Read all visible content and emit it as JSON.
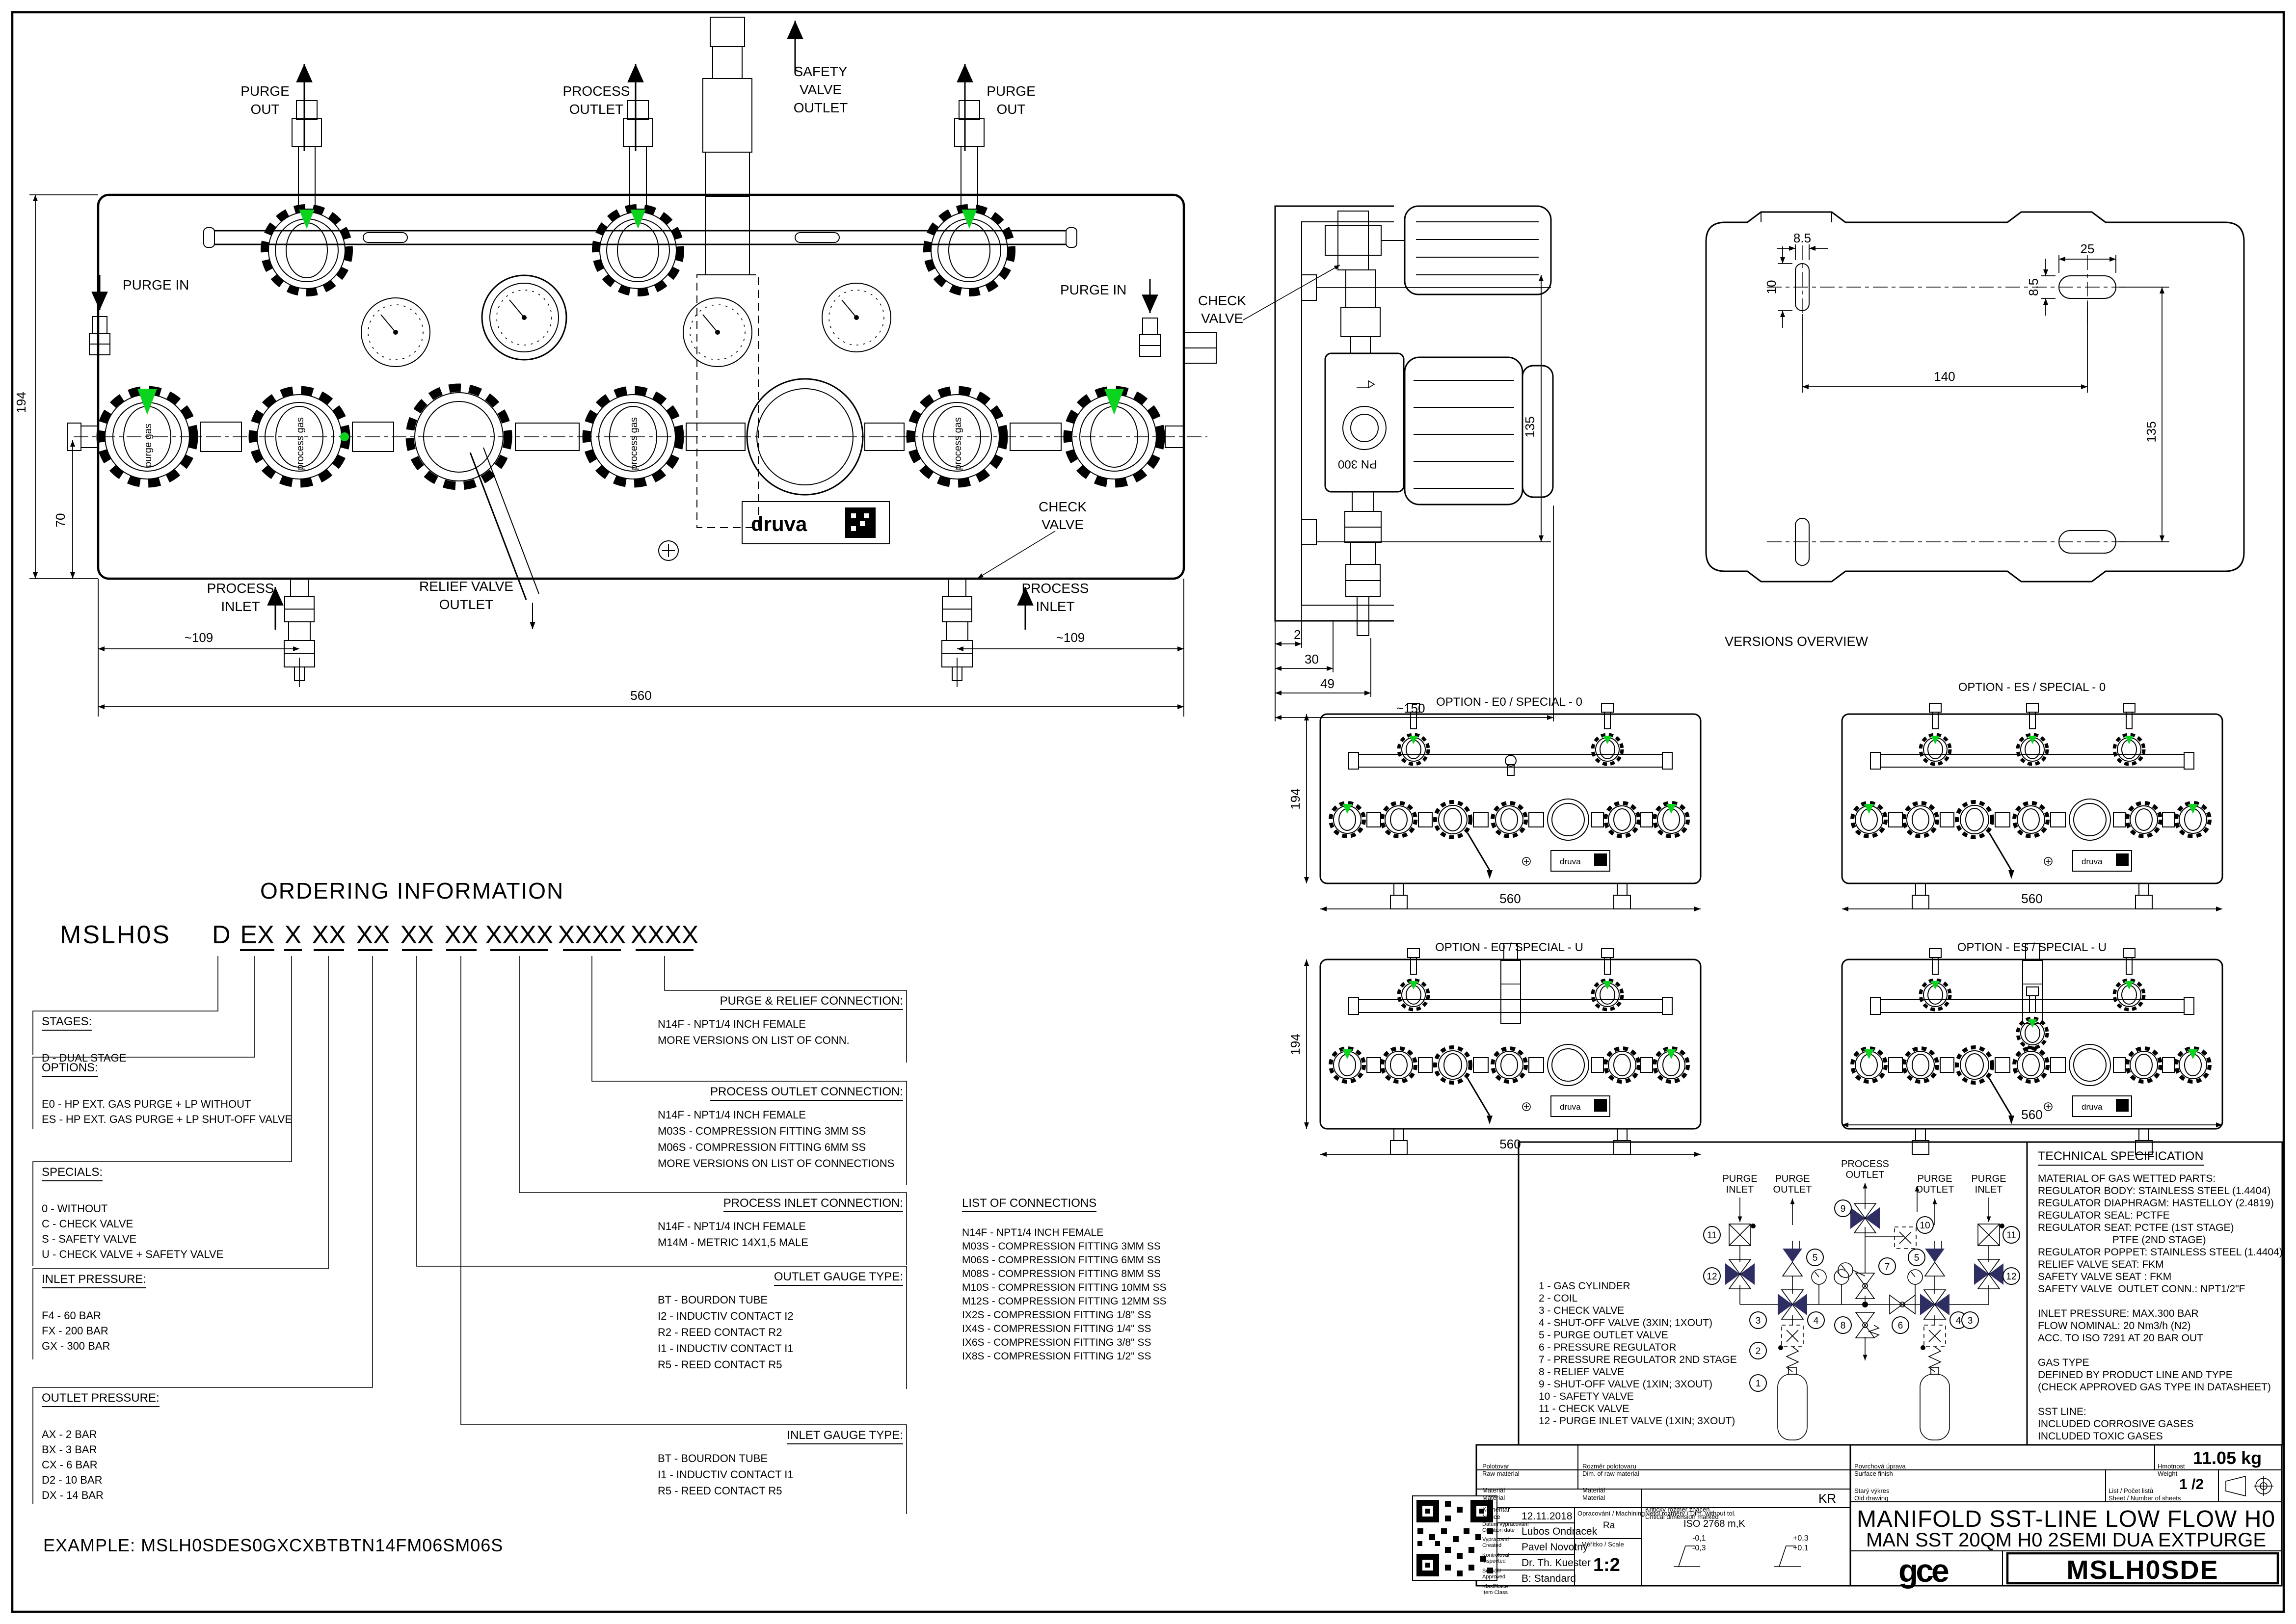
{
  "sheet": {
    "bg": "#ffffff",
    "line": "#000000",
    "green": "#0bd41e",
    "navy": "#2e2e63"
  },
  "front_view": {
    "labels": {
      "purge_out_left": [
        "PURGE",
        "OUT"
      ],
      "process_outlet": [
        "PROCESS",
        "OUTLET"
      ],
      "safety_valve_outlet": [
        "SAFETY",
        "VALVE",
        "OUTLET"
      ],
      "purge_out_right": [
        "PURGE",
        "OUT"
      ],
      "purge_in_left": "PURGE IN",
      "purge_in_right": "PURGE IN",
      "check_valve_side": [
        "CHECK",
        "VALVE"
      ],
      "check_valve_bottom": [
        "CHECK",
        "VALVE"
      ],
      "relief_valve_outlet": [
        "RELIEF VALVE",
        "OUTLET"
      ],
      "process_inlet_left": [
        "PROCESS",
        "INLET"
      ],
      "process_inlet_right": [
        "PROCESS",
        "INLET"
      ]
    },
    "dims": {
      "height": "194",
      "axis": "70",
      "offset_left": "~109",
      "width": "560",
      "offset_right": "~109"
    },
    "reg_text": {
      "purge": "purge gas",
      "process": "process gas"
    },
    "brand": "druva",
    "pn": "PN 300"
  },
  "side_view": {
    "dims": {
      "t2": "2",
      "t30": "30",
      "t49": "49",
      "t150": "~150",
      "t135": "135"
    }
  },
  "plate_view": {
    "dims": {
      "w85l": "8.5",
      "h10": "10",
      "w25": "25",
      "h85r": "8.5",
      "c140": "140",
      "c135": "135"
    }
  },
  "versions": {
    "title": "VERSIONS OVERVIEW",
    "panels": [
      {
        "label": "OPTION - E0 / SPECIAL - 0",
        "h": "194",
        "w": "560"
      },
      {
        "label": "OPTION - ES / SPECIAL - 0",
        "w": "560"
      },
      {
        "label": "OPTION - E0 / SPECIAL - U",
        "h": "194",
        "w": "560"
      },
      {
        "label": "OPTION - ES / SPECIAL - U",
        "w": "560"
      }
    ]
  },
  "ordering": {
    "title": "ORDERING INFORMATION",
    "code_prefix": "MSLH0S",
    "code_stage": "D",
    "segments": [
      "EX",
      "X",
      "XX",
      "XX",
      "XX",
      "XX",
      "XXXX",
      "XXXX",
      "XXXX"
    ],
    "left_groups": [
      {
        "title": "STAGES:",
        "items": [
          "D - DUAL STAGE"
        ]
      },
      {
        "title": "OPTIONS:",
        "items": [
          "E0 - HP EXT. GAS PURGE + LP WITHOUT",
          "ES - HP EXT. GAS PURGE + LP SHUT-OFF VALVE"
        ]
      },
      {
        "title": "SPECIALS:",
        "items": [
          "0 - WITHOUT",
          "C - CHECK VALVE",
          "S - SAFETY VALVE",
          "U - CHECK VALVE + SAFETY VALVE"
        ]
      },
      {
        "title": "INLET PRESSURE:",
        "items": [
          "F4 - 60 BAR",
          "FX - 200 BAR",
          "GX - 300 BAR"
        ]
      },
      {
        "title": "OUTLET PRESSURE:",
        "items": [
          "AX - 2 BAR",
          "BX - 3 BAR",
          "CX - 6 BAR",
          "D2 - 10 BAR",
          "DX - 14 BAR"
        ]
      }
    ],
    "right_groups": [
      {
        "title": "PURGE & RELIEF CONNECTION:",
        "items": [
          "N14F - NPT1/4 INCH FEMALE",
          "MORE VERSIONS ON LIST OF CONN."
        ]
      },
      {
        "title": "PROCESS OUTLET CONNECTION:",
        "items": [
          "N14F - NPT1/4 INCH FEMALE",
          "M03S - COMPRESSION FITTING 3MM SS",
          "M06S - COMPRESSION FITTING 6MM SS",
          "MORE VERSIONS ON LIST OF CONNECTIONS"
        ]
      },
      {
        "title": "PROCESS INLET CONNECTION:",
        "items": [
          "N14F - NPT1/4 INCH FEMALE",
          "M14M - METRIC 14X1,5 MALE"
        ]
      },
      {
        "title": "OUTLET GAUGE TYPE:",
        "items": [
          "BT - BOURDON TUBE",
          "I2 - INDUCTIV CONTACT I2",
          "R2 - REED CONTACT R2",
          "I1 - INDUCTIV CONTACT I1",
          "R5 - REED CONTACT R5"
        ]
      },
      {
        "title": "INLET GAUGE TYPE:",
        "items": [
          "BT - BOURDON TUBE",
          "I1 - INDUCTIV CONTACT I1",
          "R5 - REED CONTACT R5"
        ]
      }
    ],
    "list_of_connections": {
      "title": "LIST OF CONNECTIONS",
      "items": [
        "N14F - NPT1/4 INCH FEMALE",
        "M03S - COMPRESSION FITTING 3MM SS",
        "M06S - COMPRESSION FITTING 6MM SS",
        "M08S - COMPRESSION FITTING 8MM SS",
        "M10S - COMPRESSION FITTING 10MM SS",
        "M12S - COMPRESSION FITTING 12MM SS",
        "IX2S - COMPRESSION FITTING 1/8\" SS",
        "IX4S - COMPRESSION FITTING 1/4\" SS",
        "IX6S - COMPRESSION FITTING 3/8\" SS",
        "IX8S - COMPRESSION FITTING 1/2\" SS"
      ]
    },
    "example": "EXAMPLE: MSLH0SDES0GXCXBTBTN14FM06SM06S"
  },
  "schematic": {
    "labels": {
      "purge_inlet": [
        "PURGE",
        "INLET"
      ],
      "purge_outlet": [
        "PURGE",
        "OUTLET"
      ],
      "process_outlet": [
        "PROCESS",
        "OUTLET"
      ]
    },
    "nums": [
      "1",
      "2",
      "3",
      "4",
      "5",
      "6",
      "7",
      "8",
      "9",
      "10",
      "11",
      "12"
    ],
    "legend": [
      "1 - GAS CYLINDER",
      "2 - COIL",
      "3 - CHECK VALVE",
      "4 - SHUT-OFF VALVE (3XIN; 1XOUT)",
      "5 - PURGE OUTLET VALVE",
      "6 - PRESSURE REGULATOR",
      "7 - PRESSURE REGULATOR 2ND STAGE",
      "8 - RELIEF VALVE",
      "9 - SHUT-OFF VALVE (1XIN; 3XOUT)",
      "10 - SAFETY VALVE",
      "11 - CHECK VALVE",
      "12 - PURGE INLET VALVE (1XIN; 3XOUT)"
    ]
  },
  "tech_spec": {
    "title": "TECHNICAL SPECIFICATION",
    "lines": [
      "MATERIAL OF GAS WETTED PARTS:",
      "REGULATOR BODY: STAINLESS STEEL (1.4404)",
      "REGULATOR DIAPHRAGM: HASTELLOY (2.4819)",
      "REGULATOR SEAL: PCTFE",
      "REGULATOR SEAT: PCTFE (1ST STAGE)",
      "                          PTFE (2ND STAGE)",
      "REGULATOR POPPET: STAINLESS STEEL (1.4404)",
      "RELIEF VALVE SEAT: FKM",
      "SAFETY VALVE SEAT : FKM",
      "SAFETY VALVE  OUTLET CONN.: NPT1/2\"F",
      "",
      "INLET PRESSURE: MAX.300 BAR",
      "FLOW NOMINAL: 20 Nm3/h (N2)",
      "ACC. TO ISO 7291 AT 20 BAR OUT",
      "",
      "GAS TYPE",
      "DEFINED BY PRODUCT LINE AND TYPE",
      "(CHECK APPROVED GAS TYPE IN DATASHEET)",
      "",
      "SST LINE:",
      "INCLUDED CORROSIVE GASES",
      "INCLUDED TOXIC GASES"
    ]
  },
  "title_block": {
    "raw_cz": "Polotovar",
    "raw_en": "Raw material",
    "rawdim_cz": "Rozměr polotovaru",
    "rawdim_en": "Dim. of raw material",
    "mat_cz": "Materiál",
    "mat_en": "Material",
    "mat2_cz": "Materiál",
    "mat2_en": "Material",
    "notice_cz": "Komentář",
    "notice_en": "Notice",
    "crit_cz": "Kritický rozměr značen",
    "crit_en": "Critical dimension marked",
    "crit_val": "KR",
    "rows": [
      {
        "cz": "Datum vypracování",
        "en": "Creation date",
        "val": "12.11.2018"
      },
      {
        "cz": "Vypracoval",
        "en": "Created",
        "val": "Lubos Ondracek"
      },
      {
        "cz": "Kontroloval",
        "en": "Inspected",
        "val": "Pavel Novotny"
      },
      {
        "cz": "Schválil",
        "en": "Approved",
        "val": "Dr. Th. Kuester"
      },
      {
        "cz": "Klasifikace",
        "en": "Item Class",
        "val": "B: Standard"
      }
    ],
    "mach_label": "Opracování / Machining",
    "mach_val": "Ra",
    "scale_label": "Měřítko / Scale",
    "scale_val": "1:2",
    "tol_label": "Netol.rozměry / Dim. without tol.",
    "tol_val": "ISO 2768 m,K",
    "tol_m1": "-0,1",
    "tol_m2": "-0,3",
    "tol_p1": "+0,3",
    "tol_p2": "+0,1",
    "surface_cz": "Povrchová úprava",
    "surface_en": "Surface finish",
    "weight_cz": "Hmotnost",
    "weight_en": "Weight",
    "weight_val": "11.05 kg",
    "old_cz": "Starý výkres",
    "old_en": "Old drawing",
    "sheets_cz": "List / Počet listů",
    "sheets_en": "Sheet / Number of sheets",
    "sheets_val": "1 /2",
    "title1": "MANIFOLD SST-LINE LOW FLOW H0",
    "title2": "MAN SST 20QM H0 2SEMI DUA EXTPURGE",
    "part": "MSLH0SDE",
    "logo": "GCE"
  }
}
